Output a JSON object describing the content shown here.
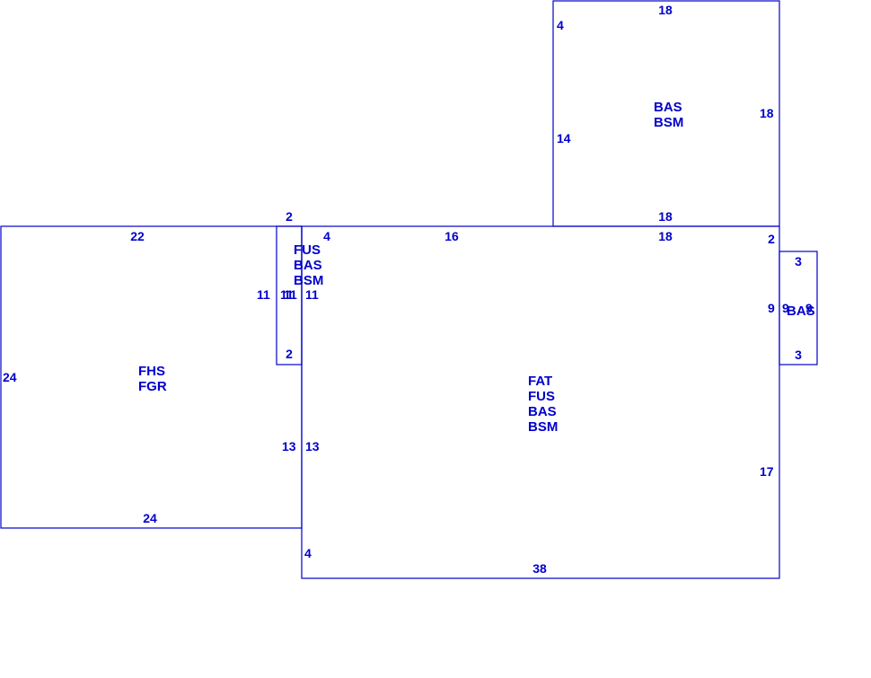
{
  "colors": {
    "ink": "#0000cc",
    "background": "#ffffff"
  },
  "garage": {
    "codes": [
      "FHS",
      "FGR"
    ],
    "dims": {
      "top": "22",
      "left": "24",
      "bottom": "24",
      "right": "13"
    }
  },
  "connector": {
    "codes": [
      "FUS",
      "BAS",
      "BSM"
    ],
    "dims": {
      "top": "2",
      "left": "11",
      "right_a": "11",
      "right_b": "11",
      "bottom": "2"
    }
  },
  "main": {
    "codes": [
      "FAT",
      "FUS",
      "BAS",
      "BSM"
    ],
    "dims": {
      "top_a": "4",
      "top_b": "16",
      "top_c": "18",
      "right_top": "2",
      "right": "17",
      "bottom": "38",
      "left_bottom": "4",
      "left": "13"
    }
  },
  "upper": {
    "codes": [
      "BAS",
      "BSM"
    ],
    "dims": {
      "top": "18",
      "left_a": "4",
      "left_b": "14",
      "right": "18",
      "bottom": "18"
    }
  },
  "bay": {
    "codes": [
      "BAS"
    ],
    "dims": {
      "top": "3",
      "left": "9",
      "right_a": "9",
      "right_b": "9",
      "bottom": "3"
    }
  }
}
